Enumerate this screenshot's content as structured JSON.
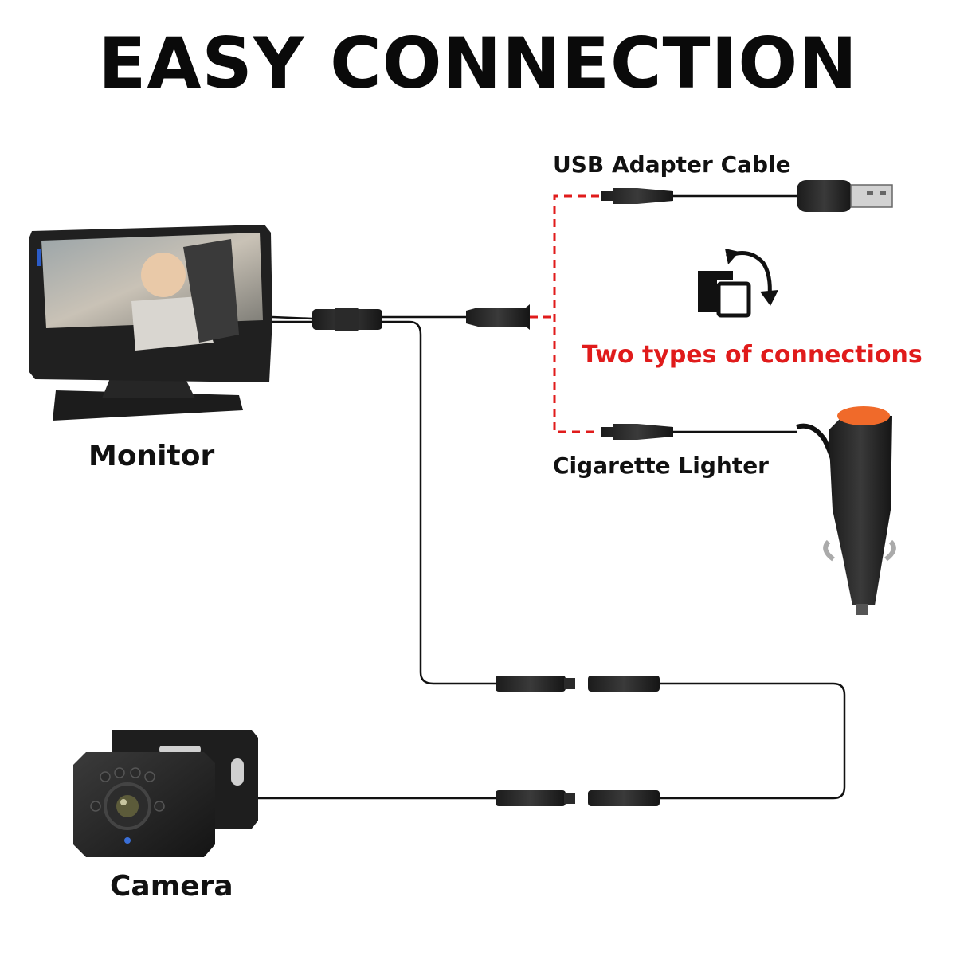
{
  "title": "EASY CONNECTION",
  "labels": {
    "usb_adapter": "USB Adapter Cable",
    "two_types": "Two types of connections",
    "cigarette_lighter": "Cigarette Lighter",
    "monitor": "Monitor",
    "camera": "Camera"
  },
  "colors": {
    "cable": "#111111",
    "dashed_link": "#e01b1b",
    "two_types_text": "#e01b1b",
    "plug_button": "#f06a2a"
  },
  "icons": [
    "swap-connection-icon"
  ]
}
